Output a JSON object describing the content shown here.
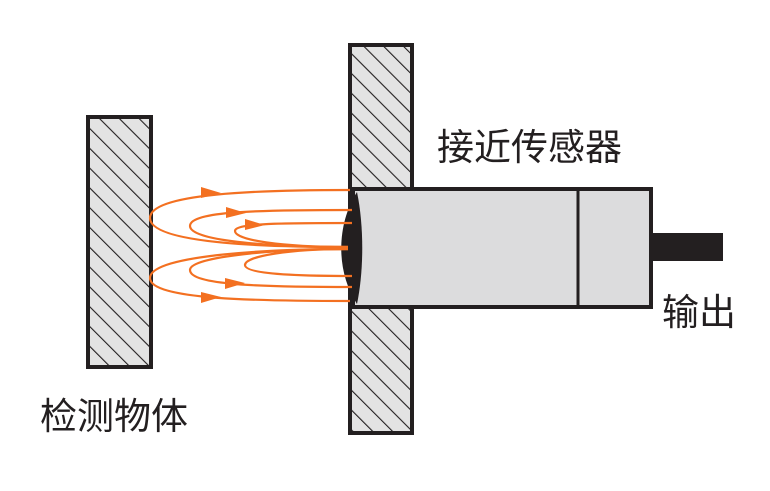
{
  "labels": {
    "sensor": "接近传感器",
    "output": "输出",
    "detected_object": "检测物体"
  },
  "colors": {
    "outline": "#231f20",
    "hatch_fill": "#e3e3e3",
    "sensor_body": "#dcdcdd",
    "field_lines": "#f37021",
    "cable": "#231f20"
  }
}
